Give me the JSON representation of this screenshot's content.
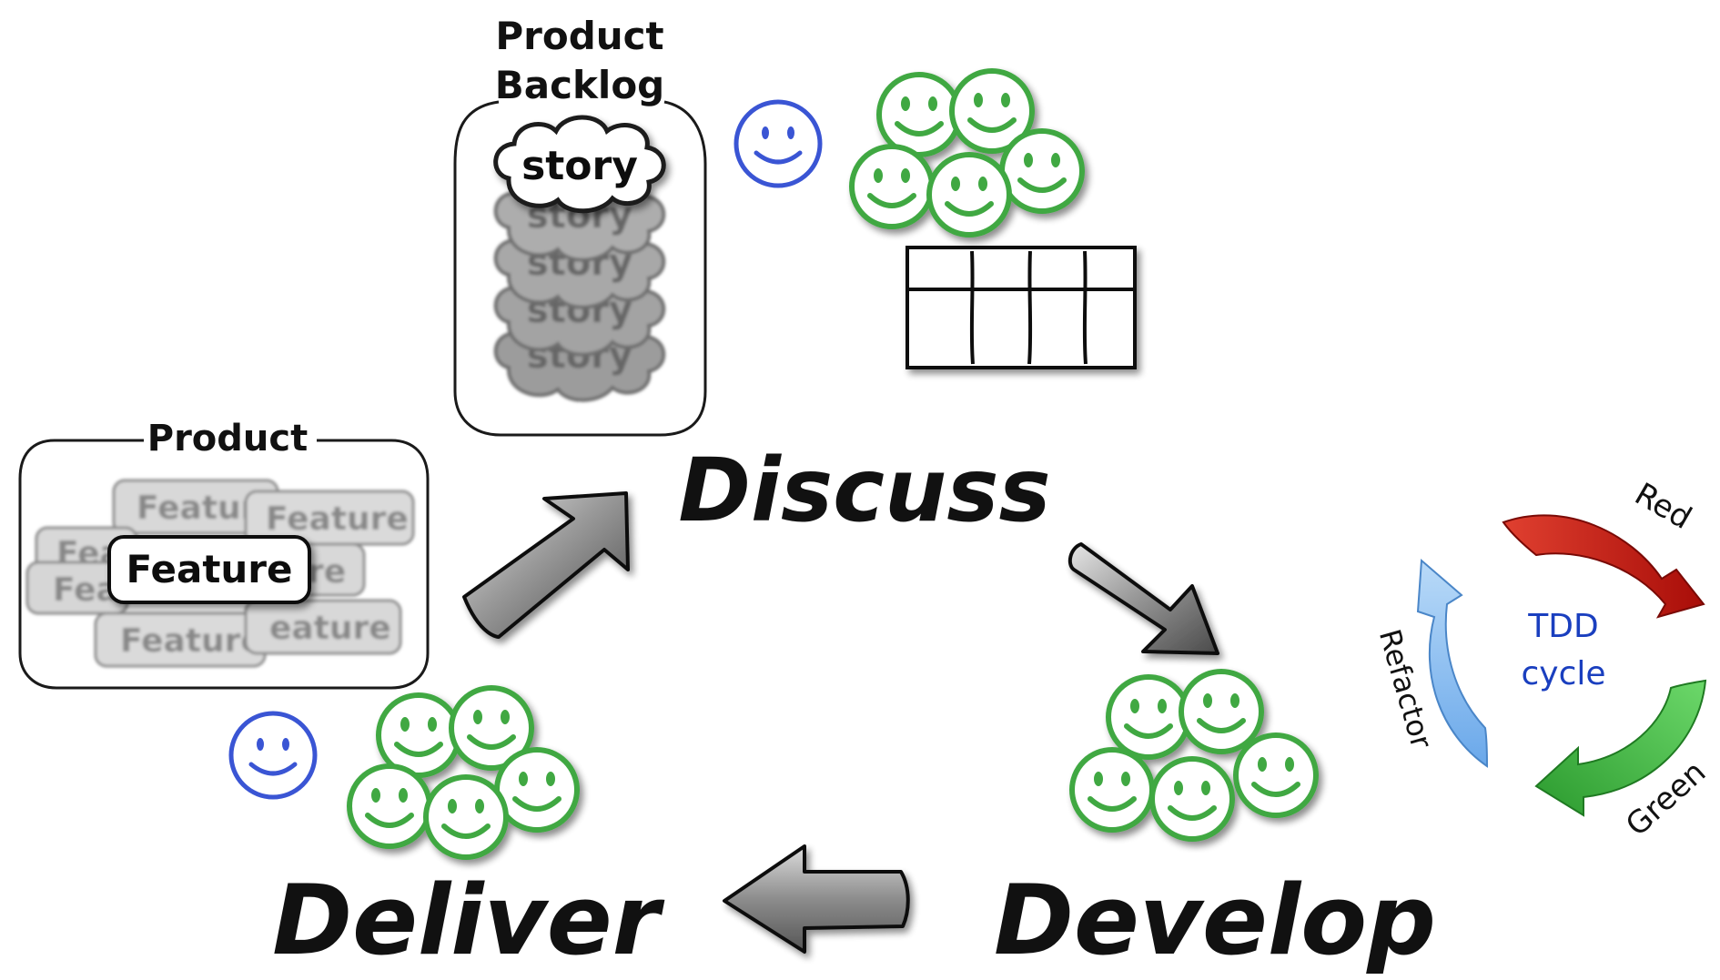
{
  "backlog": {
    "title_line1": "Product",
    "title_line2": "Backlog",
    "top_story": "story",
    "stacked_stories": [
      "story",
      "story",
      "story",
      "story"
    ]
  },
  "product": {
    "title": "Product",
    "focus_feature": "Feature",
    "background_features": [
      "Featur",
      "Feature",
      "Fea",
      "re",
      "Fea",
      "Feature",
      "eature"
    ]
  },
  "phases": {
    "discuss": "Discuss",
    "develop": "Develop",
    "deliver": "Deliver"
  },
  "tdd": {
    "center_line1": "TDD",
    "center_line2": "cycle",
    "red": "Red",
    "green": "Green",
    "refactor": "Refactor",
    "colors": {
      "red": "#cc1a10",
      "green": "#3cb840",
      "refactor": "#8fc1f2"
    }
  },
  "colors": {
    "customer_face": "#3a55d4",
    "team_face": "#3fa843",
    "arrow_fill": "#8a8a8a"
  },
  "icons": [
    "customer-smiley-icon",
    "team-smiley-icon",
    "task-board-icon",
    "process-arrow-icon",
    "tdd-cycle-arrow-icon"
  ]
}
